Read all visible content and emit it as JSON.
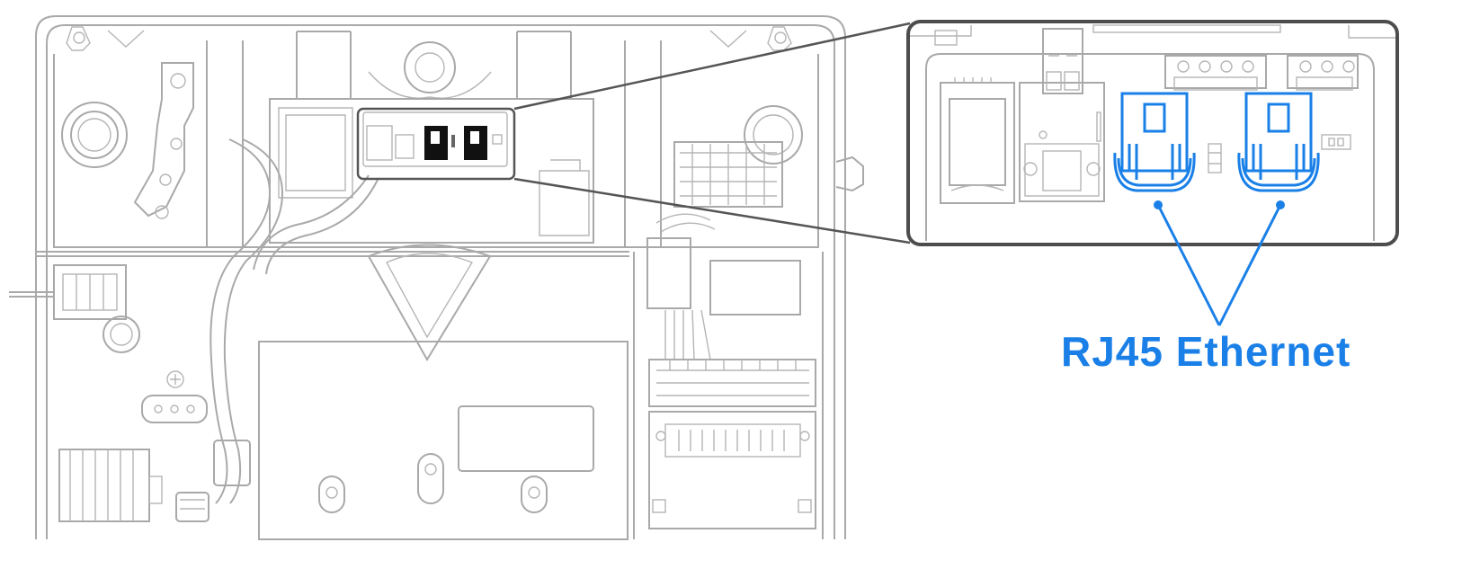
{
  "callout": {
    "label": "RJ45 Ethernet",
    "color": "#1a80e8"
  },
  "icons": {
    "enclosure": "charger-enclosure-line-drawing",
    "zoom_inset": "connector-board-zoom-inset",
    "ports": "rj45-port-icon"
  },
  "colors": {
    "line_art": "#a9a9a9",
    "highlight_frame": "#4d4d4d",
    "accent": "#1a80e8"
  }
}
